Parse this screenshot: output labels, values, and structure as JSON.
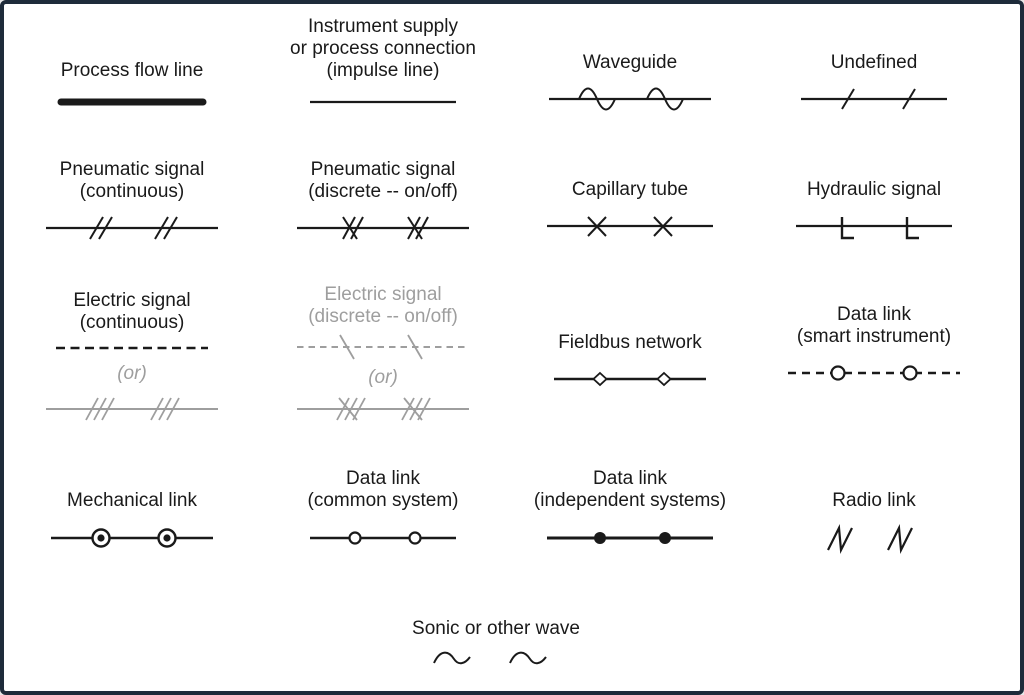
{
  "frame": {
    "border_color": "#1e2b3a",
    "background_color": "#ffffff",
    "ink_color": "#1a1a1a",
    "muted_color": "#9e9e9e"
  },
  "legend": {
    "process_flow": {
      "label": "Process flow line"
    },
    "impulse": {
      "label": "Instrument supply\nor process connection\n(impulse line)"
    },
    "waveguide": {
      "label": "Waveguide"
    },
    "undefined": {
      "label": "Undefined"
    },
    "pneumatic_continuous": {
      "label": "Pneumatic signal\n(continuous)"
    },
    "pneumatic_discrete": {
      "label": "Pneumatic signal\n(discrete -- on/off)"
    },
    "capillary": {
      "label": "Capillary tube"
    },
    "hydraulic": {
      "label": "Hydraulic signal"
    },
    "electric_continuous": {
      "label": "Electric signal\n(continuous)",
      "or": "(or)"
    },
    "electric_discrete": {
      "label": "Electric signal\n(discrete -- on/off)",
      "or": "(or)"
    },
    "fieldbus": {
      "label": "Fieldbus network"
    },
    "datalink_smart": {
      "label": "Data link\n(smart instrument)"
    },
    "mechanical": {
      "label": "Mechanical link"
    },
    "datalink_common": {
      "label": "Data link\n(common system)"
    },
    "datalink_independent": {
      "label": "Data link\n(independent systems)"
    },
    "radio": {
      "label": "Radio link"
    },
    "sonic": {
      "label": "Sonic or other wave"
    }
  }
}
